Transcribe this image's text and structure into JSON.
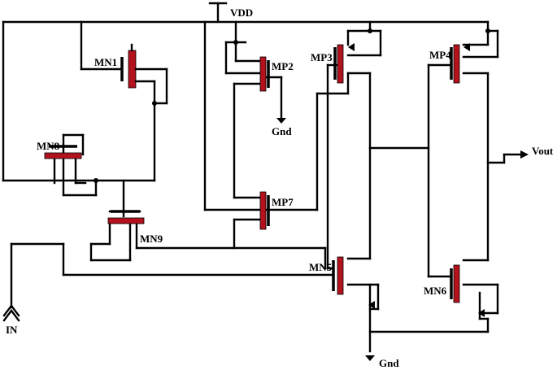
{
  "labels": {
    "vdd": "VDD",
    "gnd_top": "Gnd",
    "gnd_bottom": "Gnd",
    "vout": "Vout",
    "in": "IN",
    "mn1": "MN1",
    "mn8": "MN8",
    "mn9": "MN9",
    "mp2": "MP2",
    "mp7": "MP7",
    "mp3": "MP3",
    "mn5": "MN5",
    "mp4": "MP4",
    "mn6": "MN6"
  },
  "colors": {
    "wire": "#000000",
    "device_channel": "#b3121c",
    "background": "#ffffff"
  }
}
